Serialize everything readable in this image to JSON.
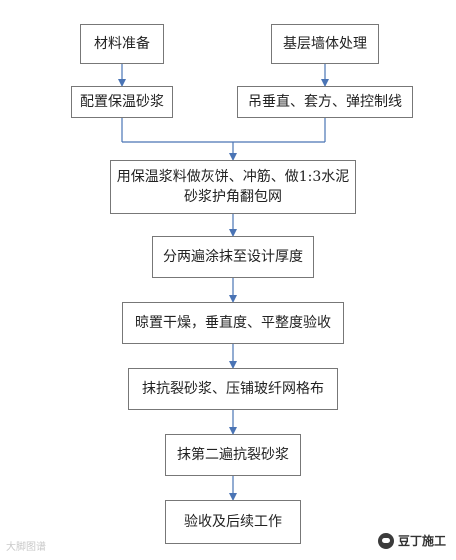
{
  "flowchart": {
    "materials": "材料准备",
    "wall_treatment": "基层墙体处理",
    "mix_mortar": "配置保温砂浆",
    "plumb_lines": "吊垂直、套方、弹控制线",
    "cakes_ribs": "用保温浆料做灰饼、冲筋、做1:3水泥\n砂浆护角翻包网",
    "apply_layers": "分两遍涂抹至设计厚度",
    "dry_check": "晾置干燥，垂直度、平整度验收",
    "anticrack_mesh": "抹抗裂砂浆、压铺玻纤网格布",
    "second_anticrack": "抹第二遍抗裂砂浆",
    "acceptance": "验收及后续工作"
  },
  "watermarks": {
    "left": "大脚图谱",
    "right": "豆丁施工"
  },
  "colors": {
    "arrow": "#4a74b5",
    "border": "#777777"
  }
}
